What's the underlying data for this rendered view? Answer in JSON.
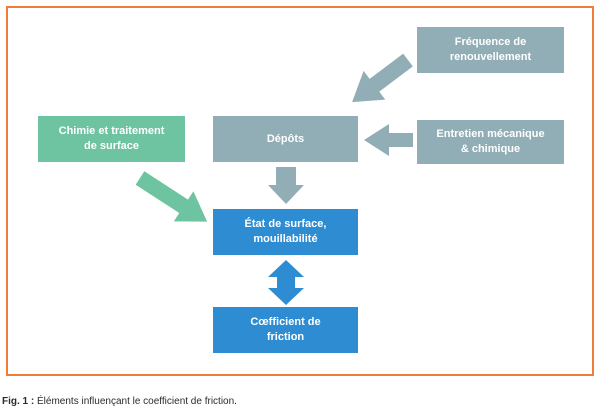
{
  "diagram": {
    "nodes": {
      "frequence": "Fréquence de\nrenouvellement",
      "depots": "Dépôts",
      "entretien": "Entretien mécanique\n& chimique",
      "chimie": "Chimie et traitement\nde surface",
      "etat": "État de surface,\nmouillabilité",
      "coef": "Cœfficient de\nfriction"
    },
    "colors": {
      "frame": "#f07c3a",
      "gray": "#91adb6",
      "green": "#6ec3a0",
      "blue": "#2e8dd2"
    }
  },
  "caption": {
    "label": "Fig. 1 :",
    "text": " Éléments influençant le coefficient de friction."
  }
}
